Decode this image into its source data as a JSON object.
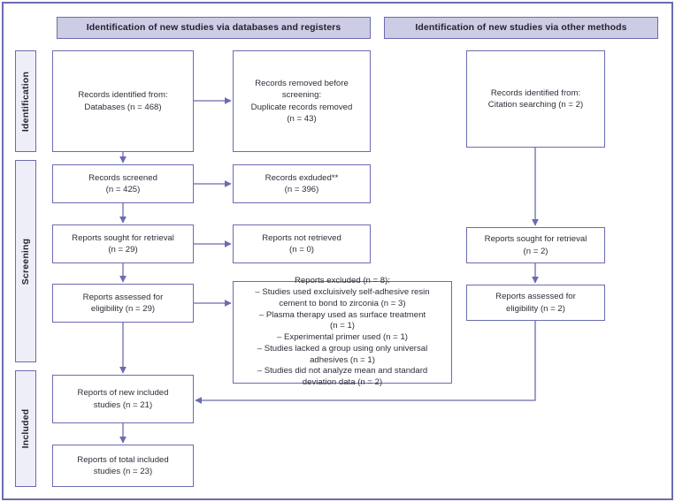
{
  "colors": {
    "border": "#6b6bb0",
    "header_fill": "#ccccE4",
    "stage_fill": "#eeeef8",
    "text": "#2d2d3a",
    "connector": "#6b6bb0",
    "page_background": "#ffffff"
  },
  "headers": {
    "databases": "Identification of new studies via databases and registers",
    "other": "Identification of new studies via other methods"
  },
  "stages": {
    "identification": "Identification",
    "screening": "Screening",
    "included": "Included"
  },
  "databases_column": {
    "identified": "Records identified from:\nDatabases (n = 468)",
    "removed": "Records removed before\nscreening:\nDuplicate records removed\n(n = 43)",
    "screened": "Records screened\n(n = 425)",
    "excluded": "Records exduded**\n(n = 396)",
    "sought": "Reports sought for retrieval\n(n = 29)",
    "not_retrieved": "Reports not retrieved\n(n = 0)",
    "assessed": "Reports assessed for\neligibility (n = 29)",
    "reports_excluded": "Reports excluded (n = 8):\n– Studies used excluisively self-adhesive resin\ncement to bond to zirconia (n = 3)\n– Plasma therapy used as surface treatment\n(n = 1)\n– Experimental primer used (n = 1)\n– Studies lacked a group using only universal\nadhesives (n = 1)\n– Studies did not analyze mean and standard\ndeviation data (n = 2)",
    "new_included": "Reports of new included\nstudies (n = 21)",
    "total_included": "Reports of total included\nstudies (n = 23)"
  },
  "other_column": {
    "identified": "Records identified from:\nCitation searching (n = 2)",
    "sought": "Reports sought for retrieval\n(n = 2)",
    "assessed": "Reports assessed for\neligibility (n = 2)"
  },
  "chart_data": {
    "type": "diagram",
    "diagram_kind": "PRISMA 2020 flow diagram",
    "nodes": [
      {
        "id": "identified_db",
        "column": "databases",
        "stage": "Identification",
        "label": "Records identified from: Databases",
        "n": 468
      },
      {
        "id": "removed",
        "column": "databases",
        "stage": "Identification",
        "label": "Records removed before screening: Duplicate records removed",
        "n": 43
      },
      {
        "id": "screened",
        "column": "databases",
        "stage": "Screening",
        "label": "Records screened",
        "n": 425
      },
      {
        "id": "excluded",
        "column": "databases",
        "stage": "Screening",
        "label": "Records exduded**",
        "n": 396
      },
      {
        "id": "sought_left",
        "column": "databases",
        "stage": "Screening",
        "label": "Reports sought for retrieval",
        "n": 29
      },
      {
        "id": "not_retrieved",
        "column": "databases",
        "stage": "Screening",
        "label": "Reports not retrieved",
        "n": 0
      },
      {
        "id": "assessed_left",
        "column": "databases",
        "stage": "Screening",
        "label": "Reports assessed for eligibility",
        "n": 29
      },
      {
        "id": "reports_excluded",
        "column": "databases",
        "stage": "Screening",
        "label": "Reports excluded",
        "n": 8
      },
      {
        "id": "new_included",
        "column": "databases",
        "stage": "Included",
        "label": "Reports of new included studies",
        "n": 21
      },
      {
        "id": "total_included",
        "column": "databases",
        "stage": "Included",
        "label": "Reports of total included studies",
        "n": 23
      },
      {
        "id": "identified_cit",
        "column": "other",
        "stage": "Identification",
        "label": "Records identified from: Citation searching",
        "n": 2
      },
      {
        "id": "sought_right",
        "column": "other",
        "stage": "Screening",
        "label": "Reports sought for retrieval",
        "n": 2
      },
      {
        "id": "assessed_right",
        "column": "other",
        "stage": "Screening",
        "label": "Reports assessed for eligibility",
        "n": 2
      }
    ],
    "exclusion_reasons": [
      {
        "reason": "Studies used excluisively self-adhesive resin cement to bond to zirconia",
        "n": 3
      },
      {
        "reason": "Plasma therapy used as surface treatment",
        "n": 1
      },
      {
        "reason": "Experimental primer used",
        "n": 1
      },
      {
        "reason": "Studies lacked a group using only universal adhesives",
        "n": 1
      },
      {
        "reason": "Studies did not analyze mean and standard deviation data",
        "n": 2
      }
    ],
    "edges": [
      {
        "from": "identified_db",
        "to": "removed",
        "direction": "right"
      },
      {
        "from": "identified_db",
        "to": "screened",
        "direction": "down"
      },
      {
        "from": "screened",
        "to": "excluded",
        "direction": "right"
      },
      {
        "from": "screened",
        "to": "sought_left",
        "direction": "down"
      },
      {
        "from": "sought_left",
        "to": "not_retrieved",
        "direction": "right"
      },
      {
        "from": "sought_left",
        "to": "assessed_left",
        "direction": "down"
      },
      {
        "from": "assessed_left",
        "to": "reports_excluded",
        "direction": "right"
      },
      {
        "from": "assessed_left",
        "to": "new_included",
        "direction": "down"
      },
      {
        "from": "new_included",
        "to": "total_included",
        "direction": "down"
      },
      {
        "from": "identified_cit",
        "to": "sought_right",
        "direction": "down"
      },
      {
        "from": "sought_right",
        "to": "assessed_right",
        "direction": "down"
      },
      {
        "from": "assessed_right",
        "to": "new_included",
        "direction": "down-left"
      }
    ]
  }
}
